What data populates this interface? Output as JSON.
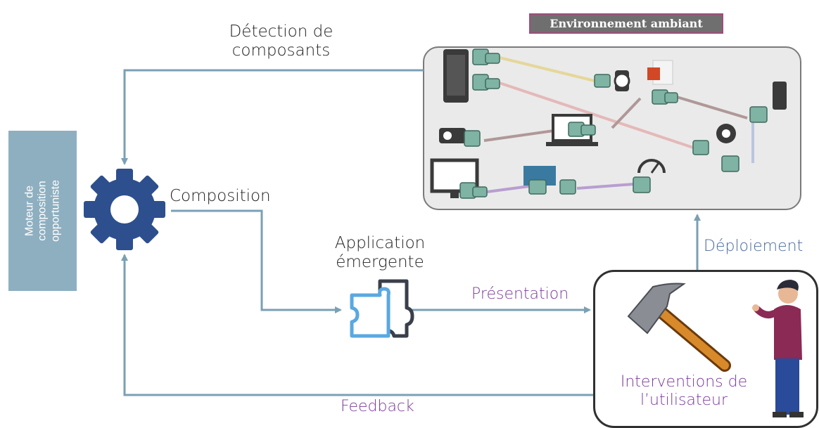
{
  "labels": {
    "detection": "Détection de\ncomposants",
    "composition": "Composition",
    "application": "Application\némergente",
    "presentation": "Présentation",
    "deploiement": "Déploiement",
    "feedback": "Feedback",
    "interventions": "Interventions de\nl’utilisateur",
    "engine": "Moteur de\ncomposition\nopportuniste",
    "environment": "Environnement ambiant"
  },
  "colors": {
    "arrow": "#7aa0b4",
    "purple_text": "#7a3a9a",
    "blue_text": "#4a6a9a",
    "gear": "#2d4f8e",
    "engine_box": "#8eafc0",
    "connector": "#7fb3a3"
  },
  "icons": [
    "gear-icon",
    "puzzle-icon",
    "hammer-icon",
    "person-icon",
    "smartphone-icon",
    "smartwatch-icon",
    "powerpoint-icon",
    "remote-icon",
    "projector-icon",
    "laptop-icon",
    "webcam-icon",
    "monitor-icon",
    "arduino-icon",
    "gauge-icon"
  ]
}
